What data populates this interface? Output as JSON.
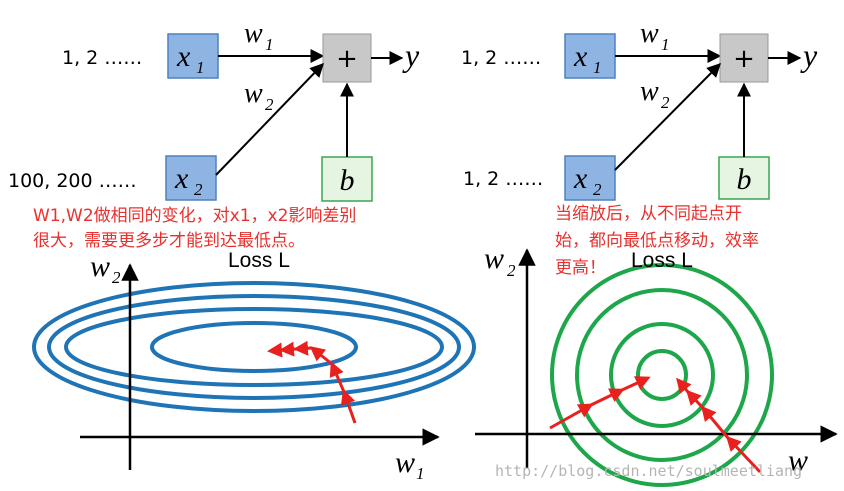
{
  "left_diagram": {
    "inputs": {
      "x1": {
        "prefix": "1, 2 ……",
        "symbol": "x",
        "sub": "1"
      },
      "x2": {
        "prefix": "100, 200 ……",
        "symbol": "x",
        "sub": "2"
      }
    },
    "weights": {
      "w1": {
        "symbol": "w",
        "sub": "1"
      },
      "w2": {
        "symbol": "w",
        "sub": "2"
      }
    },
    "sum_node": "+",
    "output": "y",
    "bias": "b",
    "note_lines": [
      "W1,W2做相同的变化，对x1，x2影响差别",
      "很大，需要更多步才能到达最低点。"
    ],
    "plot": {
      "title": "Loss L",
      "x_axis": {
        "symbol": "w",
        "sub": "1"
      },
      "y_axis": {
        "symbol": "w",
        "sub": "2"
      },
      "contour_color": "#1f74b6",
      "arrow_color": "#e8201e"
    }
  },
  "right_diagram": {
    "inputs": {
      "x1": {
        "prefix": "1, 2 ……",
        "symbol": "x",
        "sub": "1"
      },
      "x2": {
        "prefix": "1, 2 ……",
        "symbol": "x",
        "sub": "2"
      }
    },
    "weights": {
      "w1": {
        "symbol": "w",
        "sub": "1"
      },
      "w2": {
        "symbol": "w",
        "sub": "2"
      }
    },
    "sum_node": "+",
    "output": "y",
    "bias": "b",
    "note_lines": [
      "当缩放后，从不同起点开",
      "始，都向最低点移动，效率",
      "更高！"
    ],
    "plot": {
      "title": "Loss L",
      "x_axis": {
        "symbol": "w",
        "sub": ""
      },
      "y_axis": {
        "symbol": "w",
        "sub": "2"
      },
      "contour_color": "#1ea74a",
      "arrow_color": "#e8201e"
    }
  },
  "colors": {
    "input_box_fill": "#8eb4e3",
    "input_box_stroke": "#4f81bd",
    "sum_box_fill": "#c8c8c8",
    "bias_box_fill": "#e6f5e1",
    "bias_box_stroke": "#3aa552",
    "note_color": "#e8312e"
  },
  "watermark": "http://blog.csdn.net/soulmeetliang"
}
